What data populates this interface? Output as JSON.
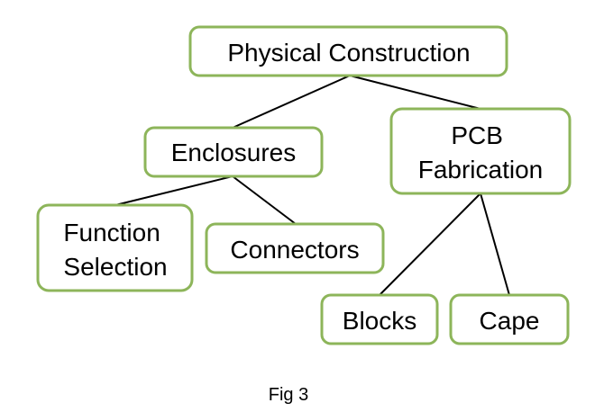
{
  "diagram": {
    "nodes": {
      "root": {
        "lines": [
          "Physical Construction"
        ]
      },
      "enclosures": {
        "lines": [
          "Enclosures"
        ]
      },
      "pcb": {
        "lines": [
          "PCB",
          "Fabrication"
        ]
      },
      "function_selection": {
        "lines": [
          "Function",
          "Selection"
        ]
      },
      "connectors": {
        "lines": [
          "Connectors"
        ]
      },
      "blocks": {
        "lines": [
          "Blocks"
        ]
      },
      "cape": {
        "lines": [
          "Cape"
        ]
      }
    },
    "edges": [
      {
        "from": "root",
        "to": "enclosures"
      },
      {
        "from": "root",
        "to": "pcb"
      },
      {
        "from": "enclosures",
        "to": "function_selection"
      },
      {
        "from": "enclosures",
        "to": "connectors"
      },
      {
        "from": "pcb",
        "to": "blocks"
      },
      {
        "from": "pcb",
        "to": "cape"
      }
    ],
    "colors": {
      "box_border": "#8db55a",
      "line": "#000000",
      "text": "#000000"
    }
  },
  "caption": "Fig 3"
}
